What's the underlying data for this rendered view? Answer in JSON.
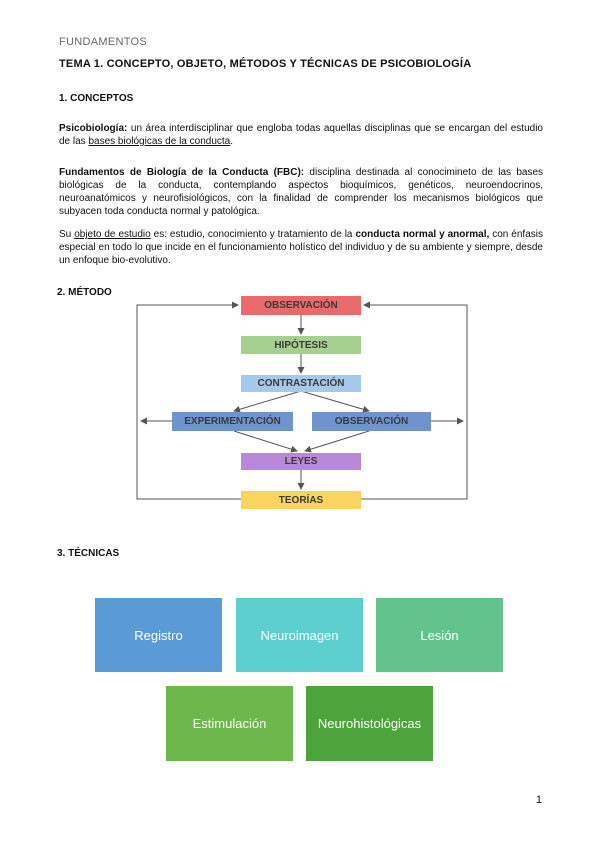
{
  "header": "FUNDAMENTOS",
  "title": "TEMA 1. CONCEPTO, OBJETO, MÉTODOS Y TÉCNICAS DE PSICOBIOLOGÍA",
  "section1": {
    "heading": "1.  CONCEPTOS"
  },
  "psico": {
    "term": "Psicobiología:",
    "text1": " un área interdisciplinar que engloba todas aquellas disciplinas que se encargan del estudio de las ",
    "link": "bases biológicas de la conducta",
    "text2": "."
  },
  "fbc": {
    "term": "Fundamentos de Biología de la Conducta (FBC):",
    "text": " disciplina destinada al conocimineto de las bases biológicas de la conducta, contemplando aspectos bioquímicos, genéticos, neuroendocrinos, neuroanatómicos y neurofisiológicos, con la finalidad de comprender los mecanismos biológicos que subyacen toda conducta normal y patológica."
  },
  "objeto": {
    "lead": "Su ",
    "link": "objeto de estudio",
    "text1": " es: estudio, conocimiento y tratamiento de la ",
    "bold": "conducta normal y anormal,",
    "text2": " con énfasis especial en todo lo que incide en el funcionamiento holístico del individuo y de su ambiente y siempre, desde un enfoque bio-evolutivo."
  },
  "section2": {
    "heading": "2. MÉTODO"
  },
  "flow": {
    "observacion_top": "OBSERVACIÓN",
    "hipotesis": "HIPÓTESIS",
    "contrastacion": "CONTRASTACIÓN",
    "experimentacion": "EXPERIMENTACIÓN",
    "observacion_right": "OBSERVACIÓN",
    "leyes": "LEYES",
    "teorias": "TEORÍAS",
    "colors": {
      "observacion_top": "#e96a6a",
      "hipotesis": "#a6d08e",
      "contrastacion": "#a6c8ea",
      "experimentacion": "#6e93cf",
      "observacion_right": "#6e93cf",
      "leyes": "#b889d9",
      "teorias": "#f9d45e"
    }
  },
  "section3": {
    "heading": "3. TÉCNICAS"
  },
  "tecnicas": {
    "registro": "Registro",
    "neuroimagen": "Neuroimagen",
    "lesion": "Lesión",
    "estimulacion": "Estimulación",
    "neurohistologicas": "Neurohistológicas",
    "colors": {
      "registro": "#5b9bd5",
      "neuroimagen": "#5ecfcf",
      "lesion": "#62c38b",
      "estimulacion": "#6cb84d",
      "neurohistologicas": "#4ea43c"
    }
  },
  "page_number": "1"
}
